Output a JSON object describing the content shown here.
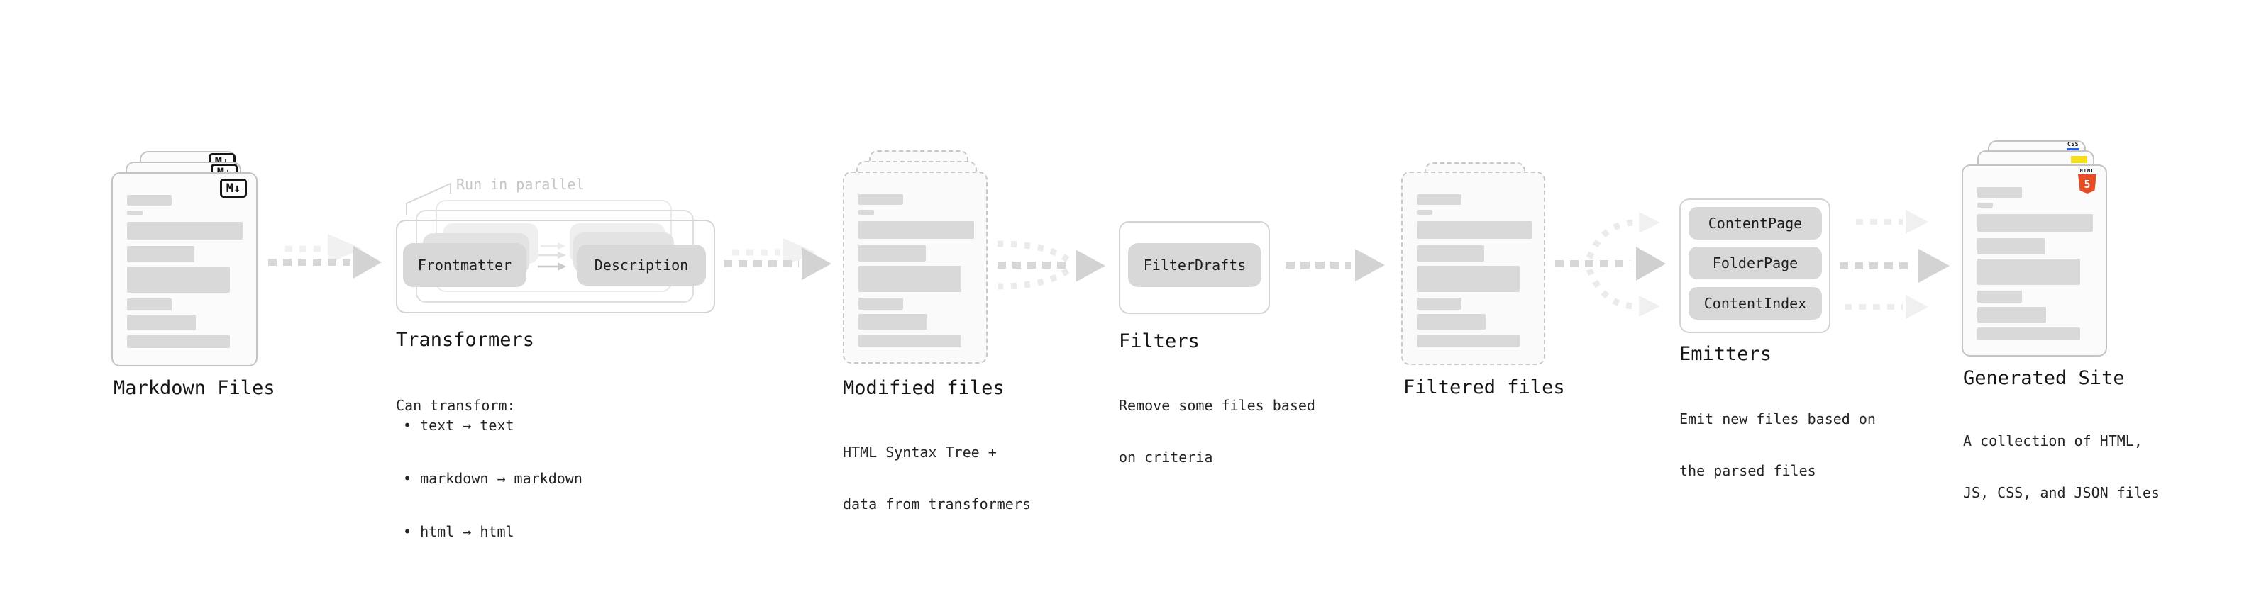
{
  "sections": {
    "markdown_files": {
      "label": "Markdown Files",
      "badge": "M↓"
    },
    "transformers": {
      "label": "Transformers",
      "note": "Run in parallel",
      "pill_left": "Frontmatter",
      "pill_right": "Description",
      "desc_title": "Can transform:",
      "bullets": [
        "• text → text",
        "• markdown → markdown",
        "• html → html"
      ]
    },
    "modified_files": {
      "label": "Modified files",
      "desc": [
        "HTML Syntax Tree +",
        "data from transformers"
      ]
    },
    "filters": {
      "label": "Filters",
      "pill": "FilterDrafts",
      "desc": [
        "Remove some files based",
        "on criteria"
      ]
    },
    "filtered_files": {
      "label": "Filtered files"
    },
    "emitters": {
      "label": "Emitters",
      "pills": [
        "ContentPage",
        "FolderPage",
        "ContentIndex"
      ],
      "desc": [
        "Emit new files based on",
        "the parsed files"
      ]
    },
    "generated_site": {
      "label": "Generated Site",
      "desc": [
        "A collection of HTML,",
        "JS, CSS, and JSON files"
      ],
      "badges": {
        "html_label": "HTML",
        "html_number": "5",
        "css_label": "CSS"
      }
    }
  },
  "colors": {
    "html5_orange": "#e44d26",
    "js_yellow": "#f7df1e",
    "css_blue": "#2563eb",
    "arrow_gray": "#d7d7d7",
    "arrow_ghost_gray": "#efefef",
    "bar_gray": "#d9d9d9",
    "note_gray": "#c6c6c6"
  }
}
